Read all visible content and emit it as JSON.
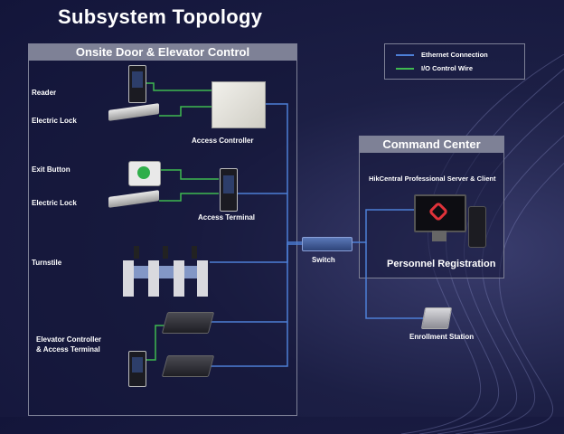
{
  "title": "Subsystem Topology",
  "onsite_panel": {
    "header": "Onsite Door & Elevator Control",
    "labels": {
      "reader": "Reader",
      "electric_lock_1": "Electric Lock",
      "access_controller": "Access Controller",
      "exit_button": "Exit Button",
      "electric_lock_2": "Electric Lock",
      "access_terminal": "Access Terminal",
      "turnstile": "Turnstile",
      "elevator": "Elevator Controller\n& Access Terminal"
    }
  },
  "legend": {
    "ethernet_label": "Ethernet Connection",
    "io_label": "I/O Control Wire",
    "ethernet_color": "#4d7fd6",
    "io_color": "#3fb950"
  },
  "switch_label": "Switch",
  "command_center": {
    "header": "Command Center",
    "server_label": "HikCentral Professional Server & Client",
    "personnel_label": "Personnel Registration"
  },
  "enrollment_label": "Enrollment Station"
}
